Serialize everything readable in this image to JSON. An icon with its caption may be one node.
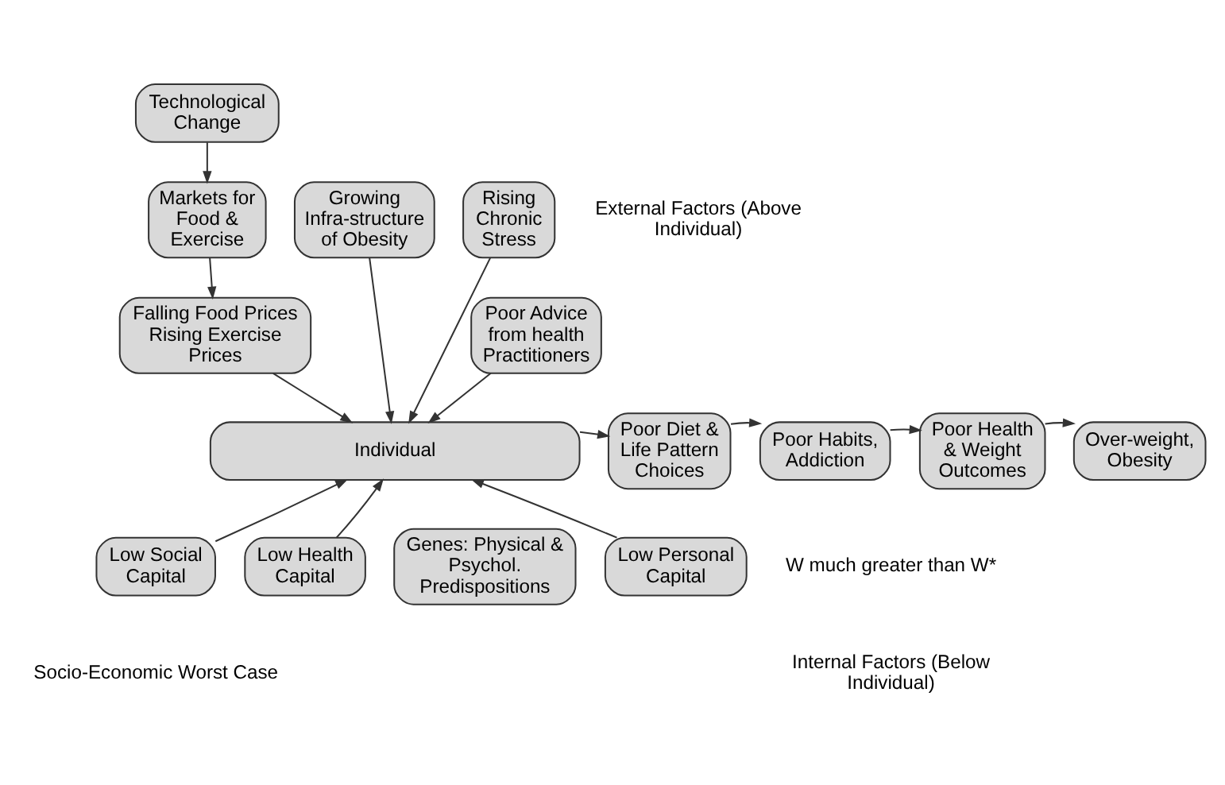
{
  "diagram": {
    "nodes": [
      {
        "text": [
          "Technological Change"
        ]
      },
      {
        "text": [
          "Markets for Food & Exercise"
        ]
      },
      {
        "text": [
          "Falling Food Prices Rising Exercise Prices"
        ]
      },
      {
        "text": [
          "Growing Infra-structure of Obesity"
        ]
      },
      {
        "text": [
          "Rising Chronic Stress"
        ]
      },
      {
        "text": [
          "Poor Advice from health Practitioners"
        ]
      },
      {
        "text": [
          "Individual"
        ]
      },
      {
        "text": [
          "Poor Diet & Life Pattern Choices"
        ]
      },
      {
        "text": [
          "Poor Habits, Addiction"
        ]
      },
      {
        "text": [
          "Poor Health & Weight Outcomes"
        ]
      },
      {
        "text": [
          "Over-weight, Obesity"
        ]
      },
      {
        "text": [
          "Low Social Capital"
        ]
      },
      {
        "text": [
          "Low Health Capital"
        ]
      },
      {
        "text": [
          "Genes: Physical & Psychol. Predispositions"
        ]
      },
      {
        "text": [
          "Low Personal Capital"
        ]
      }
    ],
    "edges": [
      {
        "from": 0,
        "to": 1,
        "arrow": "to"
      },
      {
        "from": 1,
        "to": 2,
        "arrow": "to"
      },
      {
        "from": 2,
        "to": 6,
        "arrow": "to"
      },
      {
        "from": 3,
        "to": 6,
        "arrow": "to"
      },
      {
        "from": 4,
        "to": 6,
        "arrow": "to"
      },
      {
        "from": 5,
        "to": 6,
        "arrow": "to"
      },
      {
        "from": 6,
        "to": 7,
        "arrow": "to"
      },
      {
        "from": 7,
        "to": 8,
        "arrow": "to"
      },
      {
        "from": 8,
        "to": 9,
        "arrow": "to"
      },
      {
        "from": 9,
        "to": 10,
        "arrow": "to"
      },
      {
        "from": 11,
        "to": 6,
        "arrow": "to"
      },
      {
        "from": 12,
        "to": 6,
        "arrow": "to"
      },
      {
        "from": 14,
        "to": 6,
        "arrow": "to"
      }
    ],
    "labels": [
      "External Factors (Above Individual)",
      "W much greater than W*",
      "Internal Factors (Below Individual)",
      "Socio-Economic Worst Case"
    ]
  }
}
